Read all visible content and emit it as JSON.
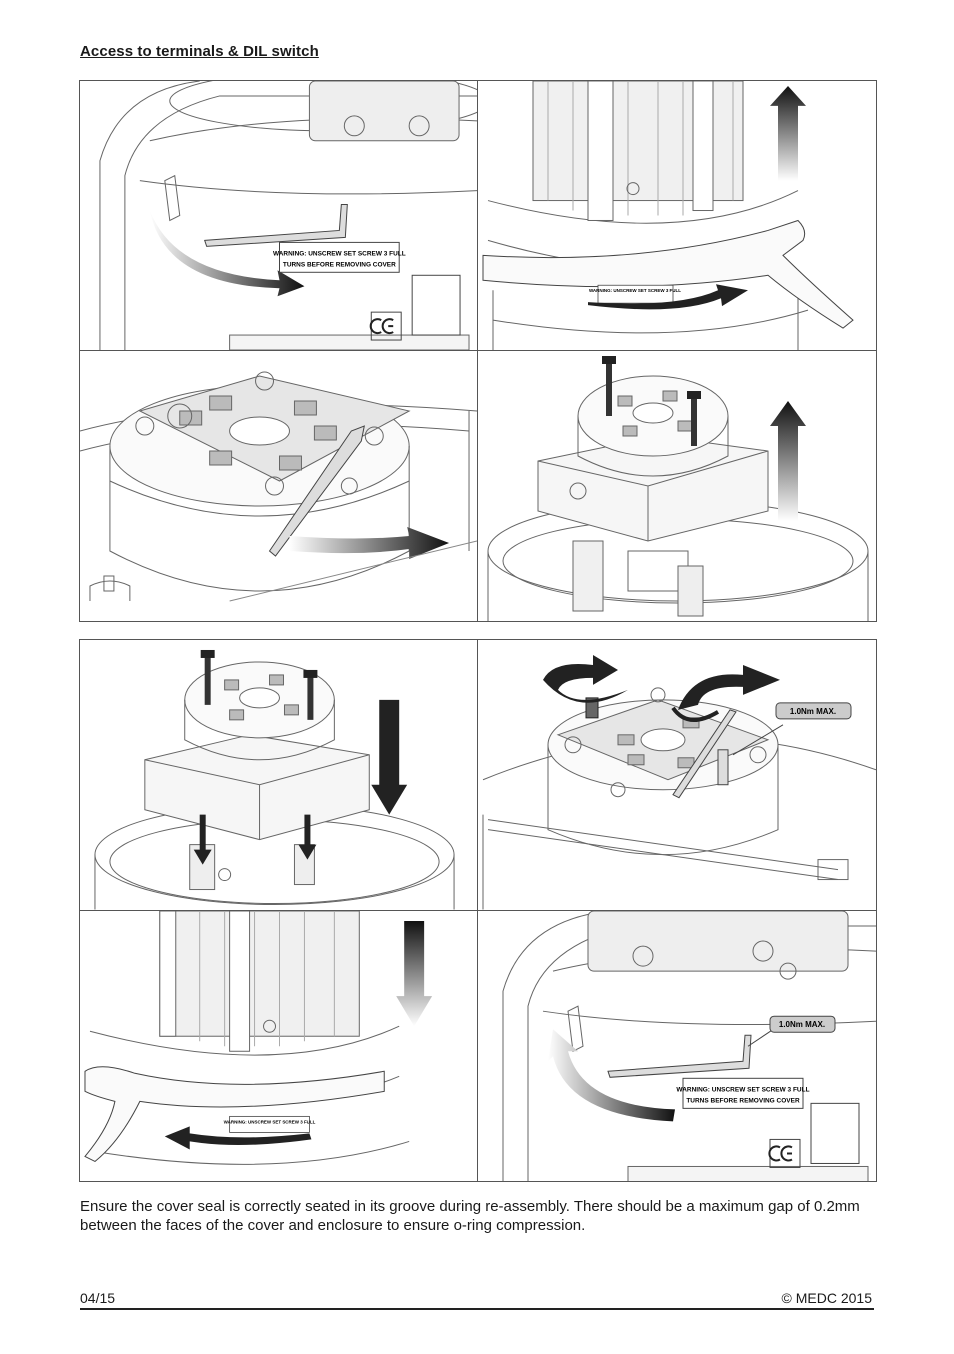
{
  "heading": "Access to terminals & DIL switch",
  "figure_labels": {
    "warning_line1": "WARNING: UNSCREW SET SCREW 3 FULL",
    "warning_line2": "TURNS BEFORE REMOVING COVER",
    "torque": "1.0Nm MAX."
  },
  "body_text": "Ensure the cover seal is correctly seated in its groove during re-assembly.  There should be a maximum gap of 0.2mm between the faces of the cover and enclosure to ensure o-ring compression.",
  "footer": {
    "page": "04/15",
    "copyright": "© MEDC 2015"
  }
}
